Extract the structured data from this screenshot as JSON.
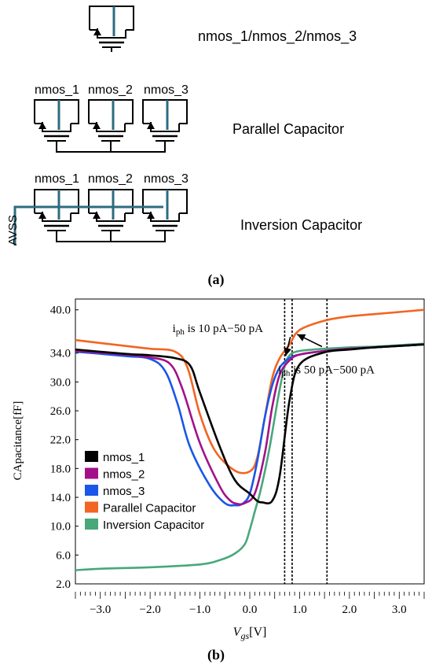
{
  "panel_a": {
    "label": "(a)",
    "single_device_label": "nmos_1/nmos_2/nmos_3",
    "parallel": {
      "title": "Parallel Capacitor",
      "device_labels": [
        "nmos_1",
        "nmos_2",
        "nmos_3"
      ]
    },
    "inversion": {
      "title": "Inversion Capacitor",
      "device_labels": [
        "nmos_1",
        "nmos_2",
        "nmos_3"
      ],
      "supply_label": "AVSS"
    },
    "colors": {
      "wire": "#000000",
      "gate": "#2e6b80"
    }
  },
  "panel_b": {
    "label": "(b)"
  },
  "chart_data": {
    "type": "line",
    "title": "",
    "xlabel": "Vgs[V]",
    "ylabel": "CApacitance[fF]",
    "xlim": [
      -3.5,
      3.5
    ],
    "ylim": [
      2.0,
      41.5
    ],
    "xticks": [
      -3.0,
      -2.0,
      -1.0,
      0.0,
      1.0,
      2.0,
      3.0
    ],
    "xtick_labels": [
      "−3.0",
      "−2.0",
      "−1.0",
      "0.0",
      "1.0",
      "2.0",
      "3.0"
    ],
    "yticks": [
      2.0,
      6.0,
      10.0,
      14.0,
      18.0,
      22.0,
      26.0,
      30.0,
      34.0,
      40.0
    ],
    "ytick_labels": [
      "2.0",
      "6.0",
      "10.0",
      "14.0",
      "18.0",
      "22.0",
      "26.0",
      "30.0",
      "34.0",
      "40.0"
    ],
    "legend_position": "lower-left",
    "grid": false,
    "series": [
      {
        "name": "nmos_1",
        "color": "#000000",
        "x": [
          -3.5,
          -2.5,
          -2.0,
          -1.5,
          -1.2,
          -1.0,
          -0.6,
          -0.3,
          0.0,
          0.15,
          0.25,
          0.45,
          0.6,
          0.8,
          1.0,
          1.5,
          2.0,
          2.5,
          3.0,
          3.5
        ],
        "y": [
          34.5,
          33.9,
          33.7,
          33.3,
          32.3,
          28.5,
          21.0,
          16.4,
          14.5,
          13.5,
          13.3,
          13.5,
          17.0,
          27.5,
          32.4,
          34.1,
          34.5,
          34.8,
          35.0,
          35.2
        ]
      },
      {
        "name": "nmos_2",
        "color": "#a3118a",
        "x": [
          -3.5,
          -2.5,
          -2.0,
          -1.6,
          -1.35,
          -1.0,
          -0.6,
          -0.4,
          -0.25,
          -0.1,
          0.1,
          0.3,
          0.45,
          0.6,
          0.8,
          1.0,
          1.5,
          2.0,
          2.5,
          3.0,
          3.5
        ],
        "y": [
          34.3,
          33.8,
          33.4,
          32.5,
          29.0,
          21.5,
          15.5,
          13.6,
          13.1,
          13.2,
          14.5,
          20.0,
          26.5,
          31.0,
          33.0,
          33.8,
          34.3,
          34.6,
          34.8,
          35.0,
          35.2
        ]
      },
      {
        "name": "nmos_3",
        "color": "#1a56e8",
        "x": [
          -3.5,
          -2.5,
          -2.0,
          -1.7,
          -1.45,
          -1.2,
          -0.8,
          -0.5,
          -0.3,
          -0.15,
          0.0,
          0.15,
          0.3,
          0.45,
          0.6,
          0.8,
          1.0,
          1.5,
          2.0,
          2.5,
          3.0,
          3.5
        ],
        "y": [
          34.2,
          33.6,
          33.2,
          31.5,
          27.0,
          21.0,
          15.6,
          13.2,
          12.9,
          13.1,
          14.5,
          19.0,
          25.0,
          29.5,
          32.0,
          33.3,
          33.8,
          34.3,
          34.6,
          34.8,
          35.0,
          35.2
        ]
      },
      {
        "name": "Parallel Capacitor",
        "color": "#f26522",
        "x": [
          -3.5,
          -2.5,
          -2.0,
          -1.5,
          -1.25,
          -1.0,
          -0.7,
          -0.3,
          0.0,
          0.15,
          0.3,
          0.45,
          0.6,
          0.8,
          1.0,
          1.5,
          2.0,
          2.5,
          3.0,
          3.5
        ],
        "y": [
          35.8,
          35.0,
          34.6,
          34.2,
          32.0,
          25.5,
          20.5,
          17.7,
          17.6,
          19.5,
          25.0,
          30.5,
          33.3,
          35.2,
          37.2,
          38.5,
          39.1,
          39.4,
          39.7,
          40.0
        ]
      },
      {
        "name": "Inversion Capacitor",
        "color": "#48a87a",
        "x": [
          -3.5,
          -3.0,
          -2.0,
          -1.0,
          -0.6,
          -0.3,
          -0.1,
          0.0,
          0.1,
          0.2,
          0.3,
          0.4,
          0.5,
          0.6,
          0.7,
          0.8,
          1.0,
          1.5,
          2.0,
          2.5,
          3.0,
          3.5
        ],
        "y": [
          3.9,
          4.1,
          4.3,
          4.7,
          5.3,
          6.2,
          7.5,
          9.5,
          12.0,
          14.5,
          17.5,
          21.0,
          25.0,
          29.0,
          32.2,
          33.7,
          34.3,
          34.6,
          34.8,
          34.9,
          35.1,
          35.3
        ]
      }
    ],
    "vlines_x": [
      0.7,
      0.85,
      1.55
    ],
    "annotations": [
      {
        "prefix": "i",
        "sub": "ph",
        "text": " is 10 pA−50 pA",
        "anchor_x": -1.55,
        "anchor_y": 36.9,
        "arrow_to_x": 0.72,
        "arrow_to_y": 33.6
      },
      {
        "prefix": "i",
        "sub": "ph",
        "text": " is 50 pA−500 pA",
        "anchor_x": 0.57,
        "anchor_y": 31.2,
        "arrow_tail_x": 1.45,
        "arrow_tail_y": 34.9,
        "arrow_to_x": 0.95,
        "arrow_to_y": 36.6
      }
    ]
  }
}
